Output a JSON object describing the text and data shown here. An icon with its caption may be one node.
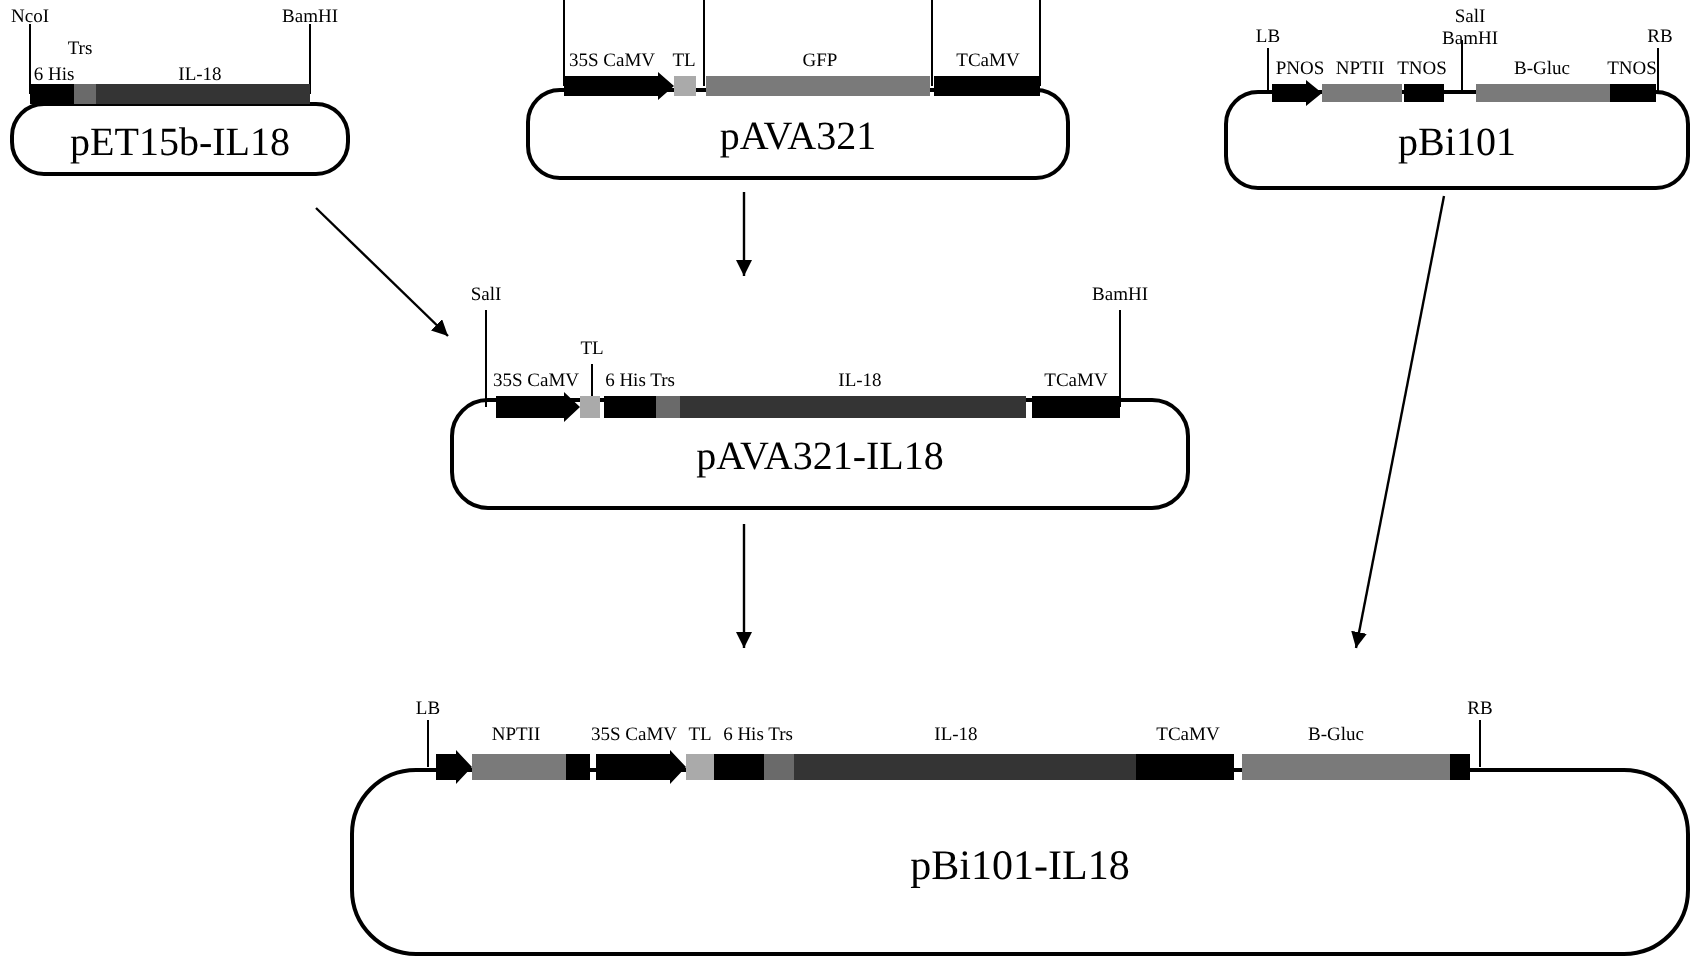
{
  "diagram": {
    "nodes": [
      {
        "text": [
          "pET15b-IL18",
          "NcoI",
          "6 His",
          "Trs",
          "IL-18",
          "BamHI"
        ]
      },
      {
        "text": [
          "pAVA321",
          "35S CaMV",
          "TL",
          "GFP",
          "TCaMV"
        ]
      },
      {
        "text": [
          "pBi101",
          "LB",
          "PNOS",
          "NPTII",
          "TNOS",
          "SalI BamHI",
          "B-Gluc",
          "TNOS",
          "RB"
        ]
      },
      {
        "text": [
          "pAVA321-IL18",
          "SalI",
          "35S CaMV",
          "TL",
          "6 His Trs",
          "IL-18",
          "TCaMV",
          "BamHI"
        ]
      },
      {
        "text": [
          "pBi101-IL18",
          "LB",
          "NPTII",
          "35S CaMV",
          "TL",
          "6 His Trs",
          "IL-18",
          "TCaMV",
          "B-Gluc",
          "RB"
        ]
      }
    ],
    "edges": [
      {
        "from": 0,
        "to": 3,
        "arrow": "to"
      },
      {
        "from": 1,
        "to": 3,
        "arrow": "to"
      },
      {
        "from": 2,
        "to": 4,
        "arrow": "to"
      },
      {
        "from": 3,
        "to": 4,
        "arrow": "to"
      }
    ]
  }
}
